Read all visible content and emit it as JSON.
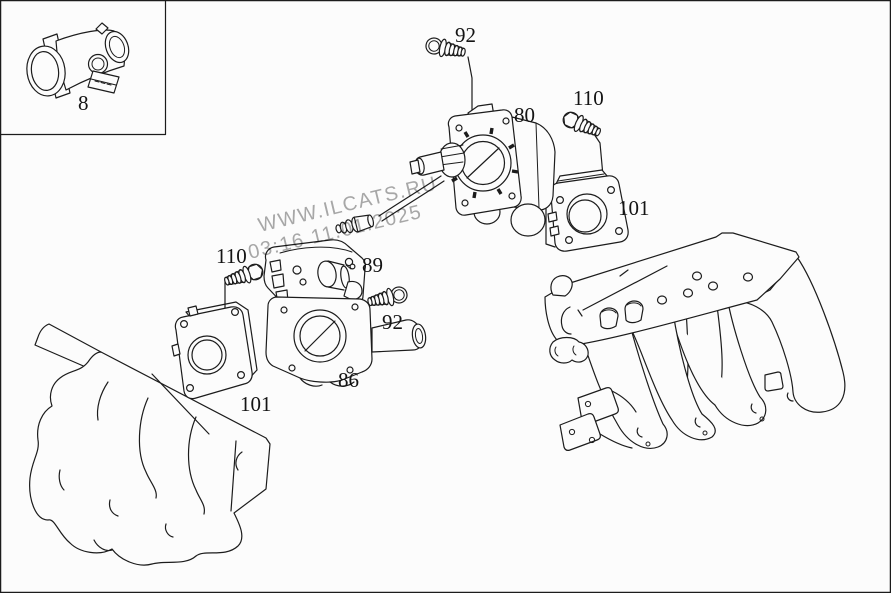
{
  "diagram": {
    "background": "#fcfcfc",
    "line_color": "#1c1c1c",
    "watermark": {
      "line1": "WWW.ILCATS.RU",
      "line2": "03:16 11.01.2025",
      "color": "#a9a9a9"
    },
    "callouts": {
      "maf_sensor": "8",
      "bolt_top": "92",
      "throttle_body_right": "80",
      "bolt_upper_right": "110",
      "gasket_right": "101",
      "bolt_left": "110",
      "clip": "89",
      "bolt_mid": "92",
      "throttle_body_left": "86",
      "gasket_left": "101"
    }
  }
}
